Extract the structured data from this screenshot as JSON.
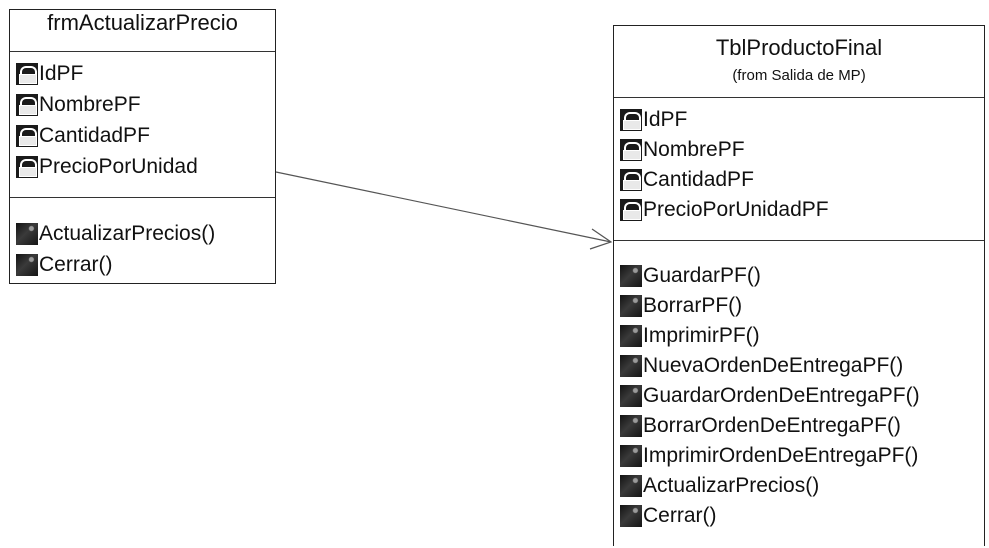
{
  "diagram": {
    "classes": [
      {
        "name": "frmActualizarPrecio",
        "stereotype": "",
        "attributes": [
          {
            "name": "IdPF",
            "icon": "lock-icon"
          },
          {
            "name": "NombrePF",
            "icon": "lock-icon"
          },
          {
            "name": "CantidadPF",
            "icon": "lock-icon"
          },
          {
            "name": "PrecioPorUnidad",
            "icon": "lock-icon"
          }
        ],
        "operations": [
          {
            "name": "ActualizarPrecios()",
            "icon": "method-icon"
          },
          {
            "name": "Cerrar()",
            "icon": "method-icon"
          }
        ]
      },
      {
        "name": "TblProductoFinal",
        "stereotype": "(from Salida de MP)",
        "attributes": [
          {
            "name": "IdPF",
            "icon": "lock-icon"
          },
          {
            "name": "NombrePF",
            "icon": "lock-icon"
          },
          {
            "name": "CantidadPF",
            "icon": "lock-icon"
          },
          {
            "name": "PrecioPorUnidadPF",
            "icon": "lock-icon"
          }
        ],
        "operations": [
          {
            "name": "GuardarPF()",
            "icon": "method-icon"
          },
          {
            "name": "BorrarPF()",
            "icon": "method-icon"
          },
          {
            "name": "ImprimirPF()",
            "icon": "method-icon"
          },
          {
            "name": "NuevaOrdenDeEntregaPF()",
            "icon": "method-icon"
          },
          {
            "name": "GuardarOrdenDeEntregaPF()",
            "icon": "method-icon"
          },
          {
            "name": "BorrarOrdenDeEntregaPF()",
            "icon": "method-icon"
          },
          {
            "name": "ImprimirOrdenDeEntregaPF()",
            "icon": "method-icon"
          },
          {
            "name": "ActualizarPrecios()",
            "icon": "method-icon"
          },
          {
            "name": "Cerrar()",
            "icon": "method-icon"
          }
        ]
      }
    ],
    "associations": [
      {
        "from": "frmActualizarPrecio",
        "to": "TblProductoFinal",
        "navigable": true,
        "line_color": "#555555"
      }
    ]
  }
}
